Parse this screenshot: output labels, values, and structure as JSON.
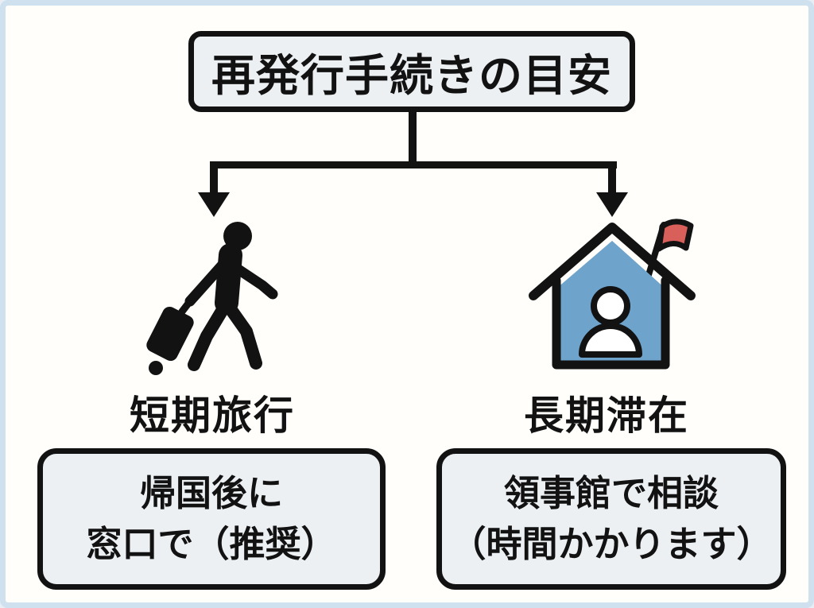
{
  "title": {
    "text": "再発行手続きの目安"
  },
  "branches": [
    {
      "id": "short-term-travel",
      "icon": "traveler-with-suitcase",
      "label": "短期旅行",
      "note_line1": "帰国後に",
      "note_line2": "窓口で（推奨）"
    },
    {
      "id": "long-term-stay",
      "icon": "house-with-flag",
      "label": "長期滞在",
      "note_line1": "領事館で相談",
      "note_line2": "（時間かかります）"
    }
  ],
  "colors": {
    "background": "#fffefa",
    "frame_border": "#cfe1ee",
    "box_fill": "#ecf0f3",
    "line_black": "#121212",
    "house_blue": "#6ea3cc",
    "flag_red": "#d95f5a",
    "person_white": "#ffffff"
  }
}
